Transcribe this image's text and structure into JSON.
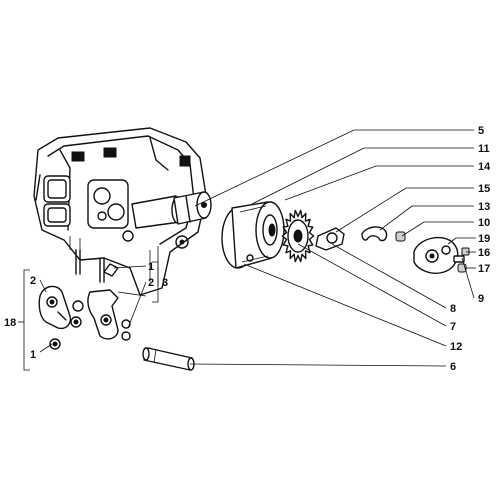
{
  "diagram": {
    "labels": {
      "l5": "5",
      "l11": "11",
      "l14": "14",
      "l15": "15",
      "l13": "13",
      "l10": "10",
      "l19": "19",
      "l16": "16",
      "l17": "17",
      "l9": "9",
      "l8": "8",
      "l7": "7",
      "l12": "12",
      "l6": "6",
      "l18": "18",
      "l2a": "2",
      "l1a": "1",
      "l1b": "1",
      "l2b": "2",
      "l3": "3"
    }
  }
}
